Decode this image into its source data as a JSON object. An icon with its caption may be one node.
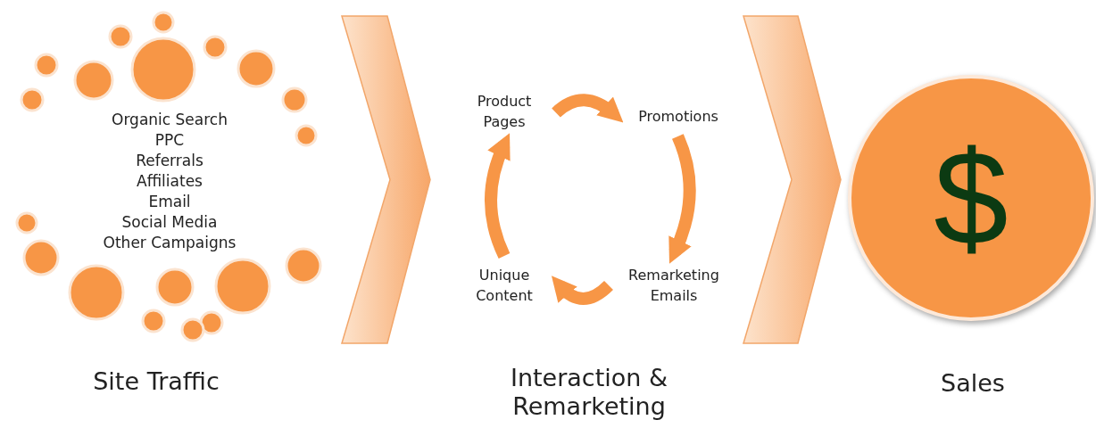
{
  "diagram": {
    "nodes": [
      {
        "text": [
          "Organic Search",
          "PPC",
          "Referrals",
          "Affiliates",
          "Email",
          "Social Media",
          "Other Campaigns"
        ],
        "beside": [
          "Site Traffic"
        ]
      },
      {
        "text": [
          "Interaction & Remarketing"
        ]
      },
      {
        "text": [
          "Product Pages"
        ],
        "in": 1
      },
      {
        "text": [
          "Promotions"
        ],
        "in": 1
      },
      {
        "text": [
          "Remarketing Emails"
        ],
        "in": 1
      },
      {
        "text": [
          "Unique Content"
        ],
        "in": 1
      },
      {
        "text": [
          "$"
        ],
        "beside": [
          "Sales"
        ]
      }
    ],
    "edges": [
      {
        "from": 0,
        "to": 1,
        "arrow": "to"
      },
      {
        "from": 2,
        "to": 3,
        "arrow": "to"
      },
      {
        "from": 3,
        "to": 4,
        "arrow": "to"
      },
      {
        "from": 4,
        "to": 5,
        "arrow": "to"
      },
      {
        "from": 5,
        "to": 2,
        "arrow": "to"
      },
      {
        "from": 1,
        "to": 6,
        "arrow": "to"
      }
    ]
  }
}
